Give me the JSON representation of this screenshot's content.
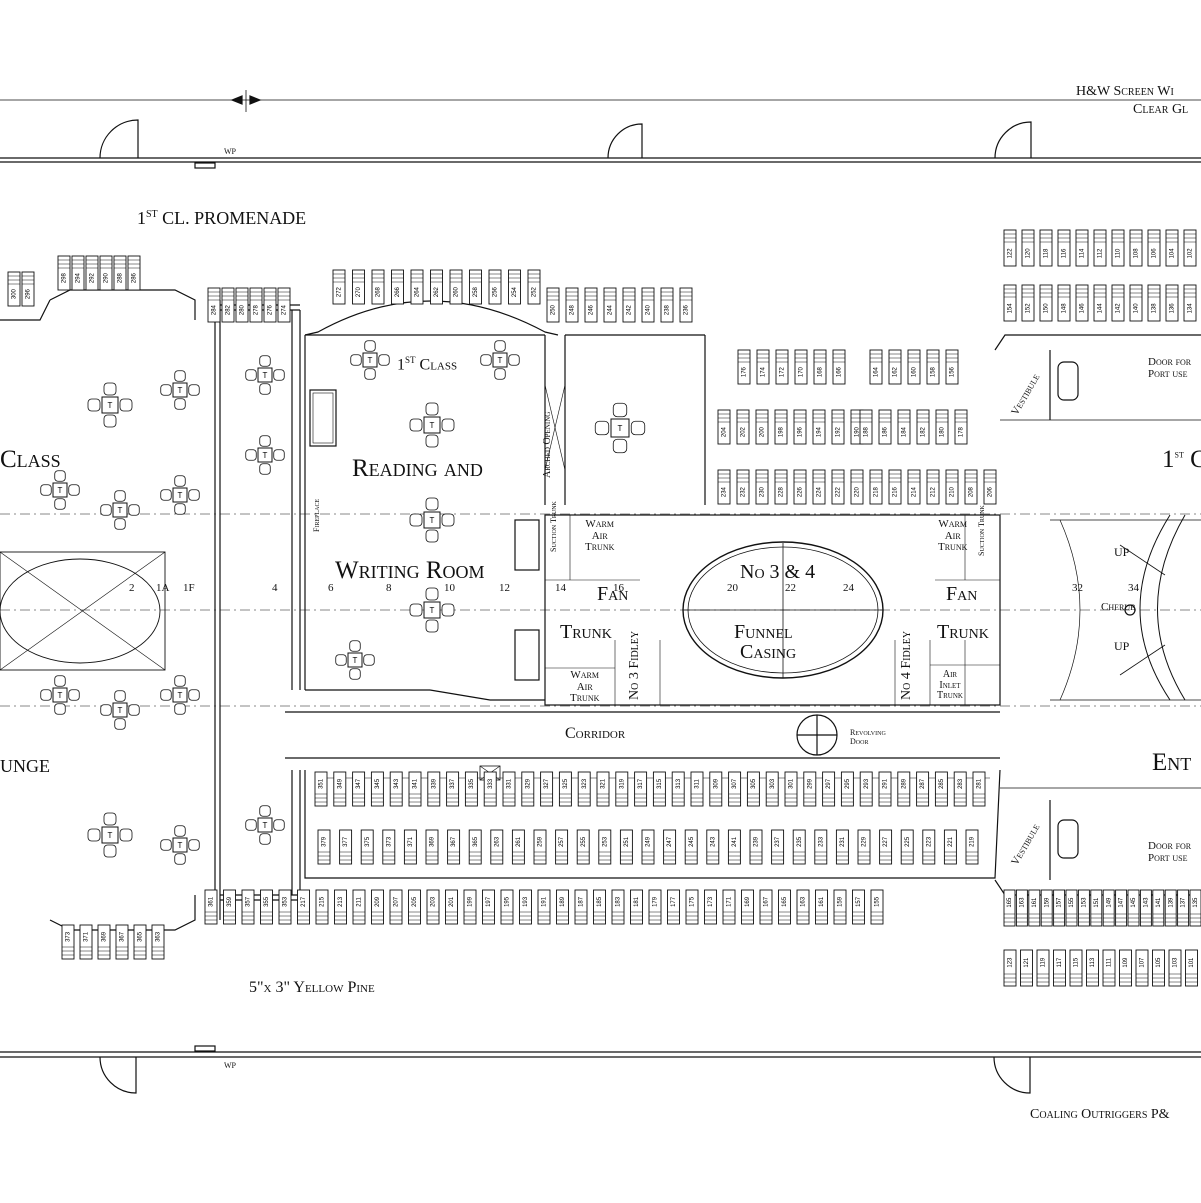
{
  "top_right_notes": {
    "screen": "H&W Screen Wi",
    "glass": "Clear Gl"
  },
  "bottom_right_note": "Coaling Outriggers P&",
  "promenade": {
    "prefix": "1",
    "sup": "ST",
    "suffix": " CL. PROMENADE"
  },
  "deck_planking": "5\"x 3\" Yellow Pine",
  "lounge": {
    "class_label": "Class",
    "lounge_label": "unge"
  },
  "reading_room": {
    "class_prefix": "1",
    "class_sup": "ST",
    "class_suffix": " Class",
    "line1": "Reading and",
    "line2": "Writing Room"
  },
  "arched_opening": "Arched Opening",
  "fireplace": "Fireplace",
  "funnel": {
    "number": "No 3 & 4",
    "line1": "Funnel",
    "line2": "Casing"
  },
  "fan_left": "Fan",
  "fan_right": "Fan",
  "trunk_left": "Trunk",
  "trunk_right": "Trunk",
  "warm_air_top": [
    "Warm",
    "Air",
    "Trunk"
  ],
  "warm_air_bottom": [
    "Warm",
    "Air",
    "Trunk"
  ],
  "warm_air_right": [
    "Warm",
    "Air",
    "Trunk"
  ],
  "air_inlet": [
    "Air",
    "Inlet",
    "Trunk"
  ],
  "suction_trunk": "Suction Trunk",
  "fidley_3": "No 3 Fidley",
  "fidley_4": "No 4 Fidley",
  "corridor": "Corridor",
  "revolving_door": [
    "Revolving",
    "Door"
  ],
  "vestibule": "Vestibule",
  "door_port": [
    "Door for",
    "Port use"
  ],
  "entrance_right": {
    "class_prefix": "1",
    "class_sup": "st",
    "class_suffix": " C",
    "ent": "Ent"
  },
  "stair": {
    "up": "UP",
    "cherub": "Cherub"
  },
  "wp": "WP",
  "frame_numbers": {
    "lounge": [
      "2",
      "1A",
      "1F",
      "4"
    ],
    "reading": [
      "6",
      "8",
      "10",
      "12"
    ],
    "trunks": [
      "14",
      "16"
    ],
    "funnel": [
      "20",
      "22",
      "24"
    ],
    "entrance": [
      "32",
      "34"
    ]
  },
  "chairs": {
    "top_row1": [
      "298",
      "294",
      "292",
      "290",
      "288",
      "286"
    ],
    "top_row2": [
      "284",
      "282",
      "280",
      "278",
      "276",
      "274"
    ],
    "top_left_corner": [
      "300",
      "296"
    ],
    "arc": [
      "272",
      "270",
      "268",
      "266",
      "264",
      "262",
      "260",
      "258",
      "256",
      "254",
      "252"
    ],
    "top_row3": [
      "250",
      "248",
      "246",
      "244",
      "242",
      "240",
      "238",
      "236"
    ],
    "block_176": [
      "176",
      "174",
      "172",
      "170",
      "168",
      "166"
    ],
    "block_164": [
      "164",
      "162",
      "160",
      "158",
      "156"
    ],
    "block_204": [
      "204",
      "202",
      "200",
      "198",
      "196",
      "194",
      "192",
      "190"
    ],
    "block_188": [
      "188",
      "186",
      "184",
      "182",
      "180",
      "178"
    ],
    "block_234": [
      "234",
      "232",
      "230",
      "228",
      "226",
      "224",
      "222",
      "220",
      "218",
      "216",
      "214",
      "212",
      "210",
      "208",
      "206"
    ],
    "right_top1": [
      "122",
      "120",
      "118",
      "116",
      "114",
      "112",
      "110",
      "108",
      "106",
      "104",
      "102"
    ],
    "right_top2": [
      "154",
      "152",
      "150",
      "148",
      "146",
      "144",
      "142",
      "140",
      "138",
      "136",
      "134"
    ],
    "bottom_row1": [
      "351",
      "349",
      "347",
      "345",
      "343",
      "341",
      "339",
      "337",
      "335",
      "333",
      "331",
      "329",
      "327",
      "325",
      "323",
      "321",
      "319",
      "317",
      "315",
      "313",
      "311",
      "309",
      "307",
      "305",
      "303",
      "301",
      "299",
      "297",
      "295",
      "293",
      "291",
      "289",
      "287",
      "285",
      "283",
      "281"
    ],
    "bottom_row2": [
      "379",
      "377",
      "375",
      "373",
      "371",
      "369",
      "367",
      "365",
      "263",
      "261",
      "259",
      "257",
      "255",
      "253",
      "251",
      "249",
      "247",
      "245",
      "243",
      "241",
      "239",
      "237",
      "235",
      "233",
      "231",
      "229",
      "227",
      "225",
      "223",
      "221",
      "219"
    ],
    "bottom_row3": [
      "361",
      "359",
      "357",
      "355",
      "353",
      "217",
      "215",
      "213",
      "211",
      "209",
      "207",
      "205",
      "203",
      "201",
      "199",
      "197",
      "195",
      "193",
      "191",
      "189",
      "187",
      "185",
      "183",
      "181",
      "179",
      "177",
      "175",
      "173",
      "171",
      "169",
      "167",
      "165",
      "163",
      "161",
      "159",
      "157",
      "155"
    ],
    "bottom_left": [
      "373",
      "371",
      "369",
      "367",
      "365",
      "363"
    ],
    "right_bottom1": [
      "165",
      "163",
      "161",
      "159",
      "157",
      "155",
      "153",
      "151",
      "149",
      "147",
      "145",
      "143",
      "141",
      "139",
      "137",
      "135"
    ],
    "right_bottom2": [
      "123",
      "121",
      "119",
      "117",
      "115",
      "113",
      "111",
      "109",
      "107",
      "105",
      "103",
      "101"
    ]
  }
}
